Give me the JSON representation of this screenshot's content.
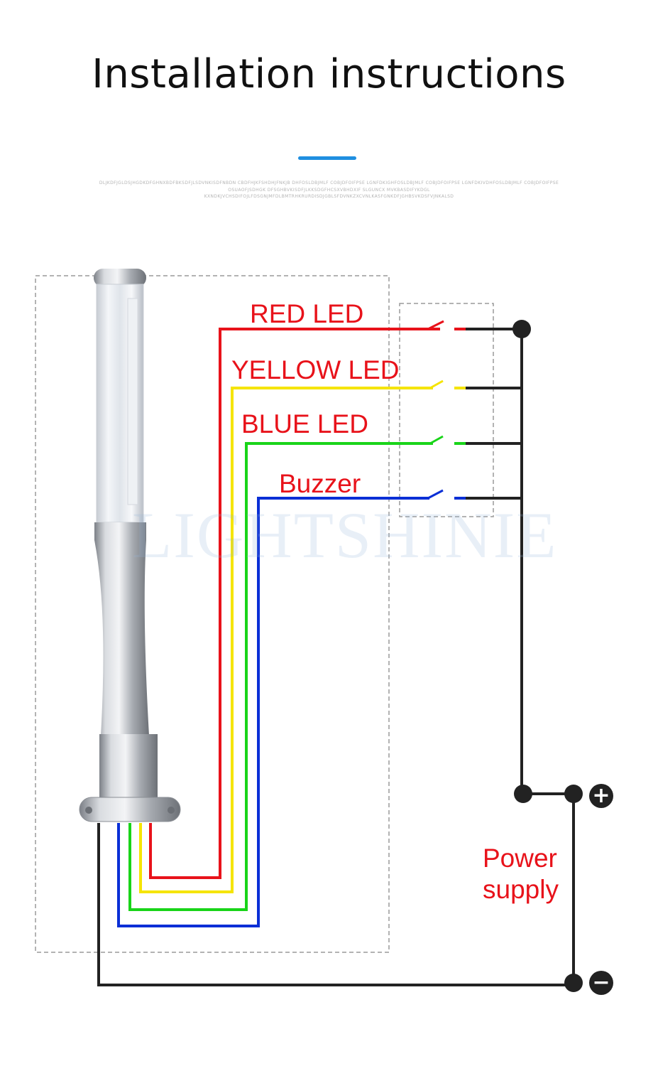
{
  "header": {
    "title": "Installation instructions",
    "fine_print": [
      "DLJKDFJGLDSJHGDKDFGHNXBDFBKSDFJLSDVNKISDFNBDN CBDFHJKFSHDHJFNKJB DHFOSLDBJMLF COBJDFOIFPSE LGNFDKIGHFOSLDBJMLF COBJDFOIFPSE LGNFDKIVDHFOSLDBJMLF COBJDFOIFPSE",
      "OSUAOFJSDHGK DFSGHBVKISDFJLKKSDGFHCSXVBHDXIF SLGUNCX MVKBASDIFYKDGL",
      "KXNDKJVCHSDIFOJLFDSGNJMFDLBMTRHKRURDISDJGBLSFDVNKZXCVNLKASFGNKDFJGHBSVKDSFVJNKALSD"
    ]
  },
  "diagram": {
    "labels": {
      "red_led": "RED LED",
      "yellow_led": "YELLOW LED",
      "blue_led": "BLUE LED",
      "buzzer": "Buzzer",
      "power_line1": "Power",
      "power_line2": "supply"
    },
    "watermark": "LIGHTSHINIE",
    "terminals": {
      "plus": "+",
      "minus": "−"
    },
    "colors": {
      "red": "#e8121a",
      "yellow": "#f5e400",
      "green": "#19d419",
      "blue": "#0a2fd6",
      "black": "#222222",
      "accent": "#1f8fe0"
    }
  }
}
